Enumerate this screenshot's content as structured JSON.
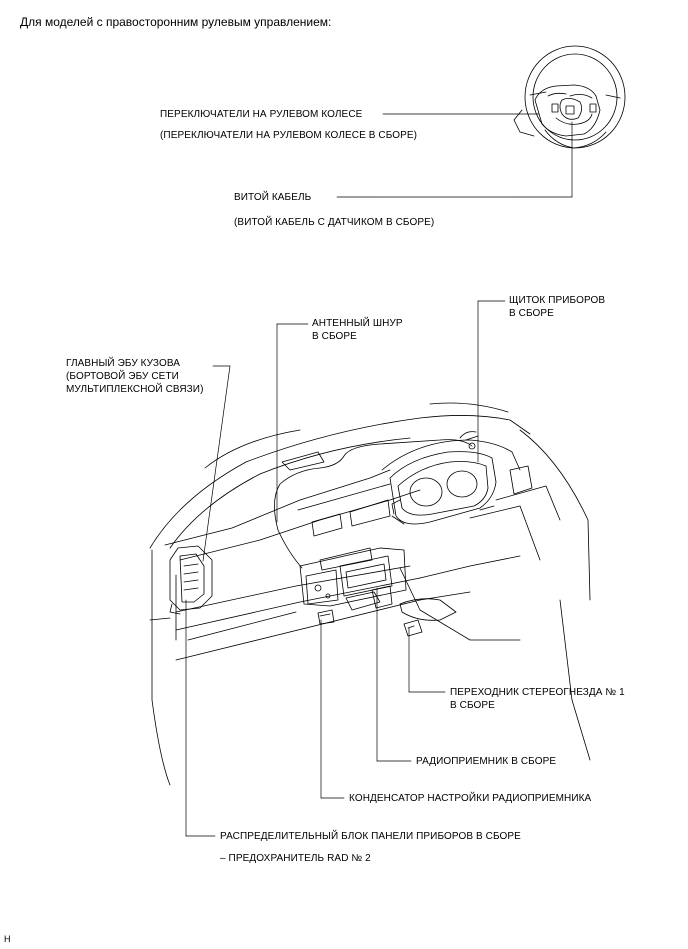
{
  "heading": "Для моделей с правосторонним рулевым управлением:",
  "labels": {
    "steering_switches": "ПЕРЕКЛЮЧАТЕЛИ НА РУЛЕВОМ КОЛЕСЕ",
    "steering_switches_assy": "(ПЕРЕКЛЮЧАТЕЛИ НА РУЛЕВОМ КОЛЕСЕ В СБОРЕ)",
    "spiral_cable": "ВИТОЙ КАБЕЛЬ",
    "spiral_cable_assy": "(ВИТОЙ КАБЕЛЬ С ДАТЧИКОМ В СБОРЕ)",
    "antenna_cord_1": "АНТЕННЫЙ ШНУР",
    "antenna_cord_2": "В СБОРЕ",
    "combination_meter_1": "ЩИТОК ПРИБОРОВ",
    "combination_meter_2": "В СБОРЕ",
    "main_body_ecu_1": "ГЛАВНЫЙ ЭБУ КУЗОВА",
    "main_body_ecu_2": "(БОРТОВОЙ ЭБУ СЕТИ",
    "main_body_ecu_3": "МУЛЬТИПЛЕКСНОЙ СВЯЗИ)",
    "stereo_jack_1": "ПЕРЕХОДНИК СТЕРЕОГНЕЗДА № 1",
    "stereo_jack_2": "В СБОРЕ",
    "radio_receiver": "РАДИОПРИЕМНИК В СБОРЕ",
    "radio_condenser": "КОНДЕНСАТОР НАСТРОЙКИ РАДИОПРИЕМНИКА",
    "junction_block": "РАСПРЕДЕЛИТЕЛЬНЫЙ БЛОК ПАНЕЛИ ПРИБОРОВ В СБОРЕ",
    "fuse": "– ПРЕДОХРАНИТЕЛЬ RAD № 2"
  },
  "corner_mark": "H"
}
